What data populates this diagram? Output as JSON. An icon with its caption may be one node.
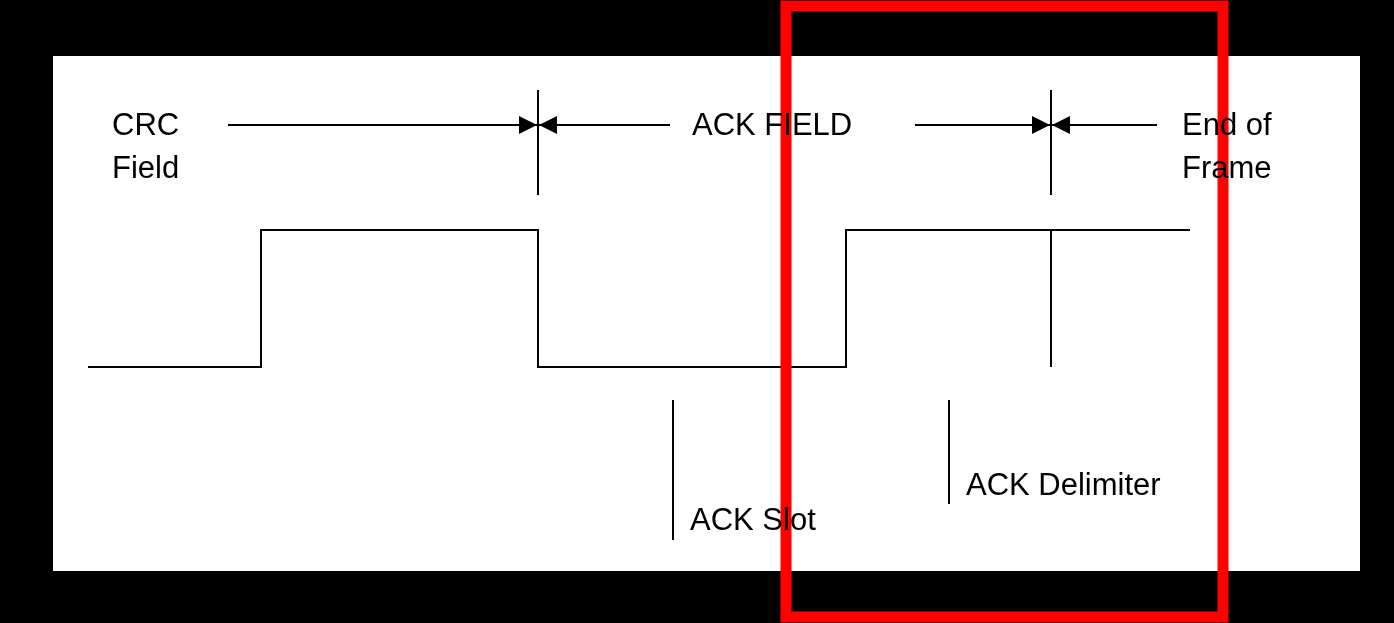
{
  "diagram": {
    "labels": [
      "CRC Field",
      "ACK FIELD",
      "End of Frame",
      "ACK Delimiter",
      "ACK Slot"
    ]
  }
}
